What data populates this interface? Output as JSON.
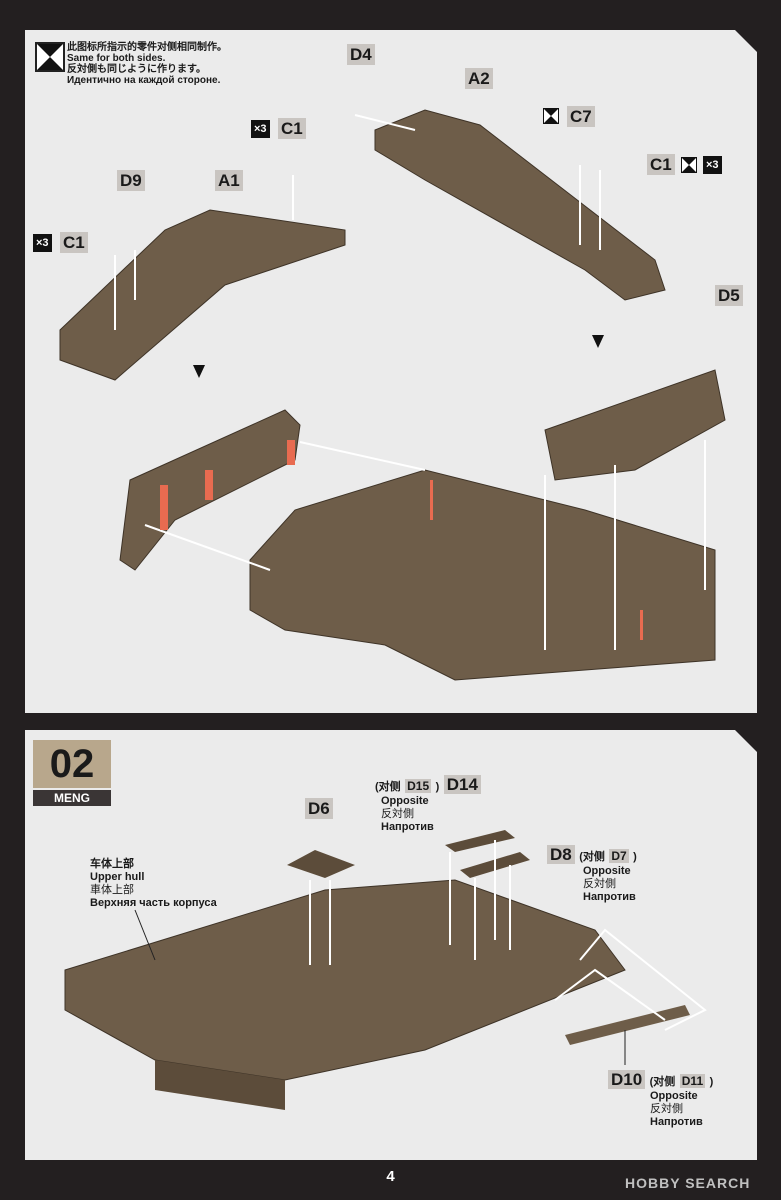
{
  "legend": {
    "zh": "此图标所指示的零件对侧相同制作。",
    "en": "Same for both sides.",
    "ja": "反対側も同じように作ります。",
    "ru": "Идентично на каждой стороне."
  },
  "step1": {
    "labels": {
      "d4": "D4",
      "a2": "A2",
      "c7": "C7",
      "c1_right": "C1",
      "d5": "D5",
      "c1_top": "C1",
      "d9": "D9",
      "a1": "A1",
      "c1_left": "C1"
    },
    "qty": "×3"
  },
  "step2": {
    "number": "02",
    "brand": "MENG",
    "upper_hull": {
      "zh": "车体上部",
      "en": "Upper hull",
      "ja": "車体上部",
      "ru": "Верхняя часть корпуса"
    },
    "d6": "D6",
    "d14": {
      "part": "D14",
      "prefix": "(对侧",
      "alt": "D15",
      "suffix": ")",
      "en": "Opposite",
      "ja": "反対側",
      "ru": "Напротив"
    },
    "d8": {
      "part": "D8",
      "prefix": "(对侧",
      "alt": "D7",
      "suffix": ")",
      "en": "Opposite",
      "ja": "反対側",
      "ru": "Напротив"
    },
    "d10": {
      "part": "D10",
      "prefix": "(对侧",
      "alt": "D11",
      "suffix": ")",
      "en": "Opposite",
      "ja": "反対側",
      "ru": "Напротив"
    }
  },
  "page_number": "4",
  "watermark": "HOBBY SEARCH",
  "colors": {
    "plastic": "#6e5d49",
    "accent": "#f07050",
    "panel": "#ebebeb",
    "tag": "#c9c5c1"
  }
}
